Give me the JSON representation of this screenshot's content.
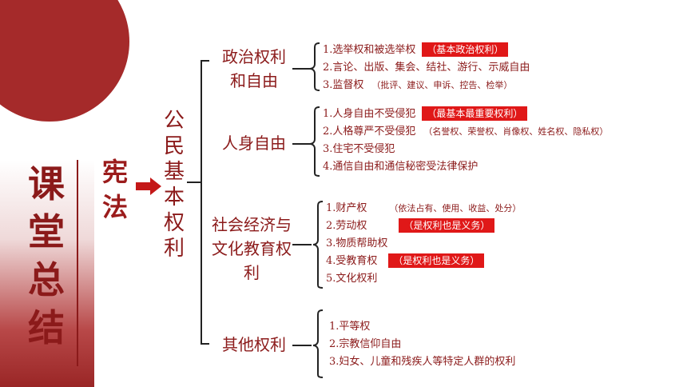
{
  "side": {
    "title_chars": [
      "课",
      "堂",
      "总",
      "结"
    ]
  },
  "constitution": {
    "chars": [
      "宪",
      "法"
    ]
  },
  "rights_title": {
    "chars": [
      "公",
      "民",
      "基",
      "本",
      "权",
      "利"
    ]
  },
  "categories": [
    {
      "label_lines": [
        "政治权利",
        "和自由"
      ],
      "items": [
        {
          "text": "1.选举权和被选举权",
          "highlight": "（基本政治权利）"
        },
        {
          "text": "2.言论、出版、集会、结社、游行、示威自由"
        },
        {
          "text": "3.监督权",
          "note": "（批评、建议、申诉、控告、检举）"
        }
      ]
    },
    {
      "label_lines": [
        "人身自由"
      ],
      "items": [
        {
          "text": "1.人身自由不受侵犯",
          "highlight": "（最基本最重要权利）"
        },
        {
          "text": "2.人格尊严不受侵犯",
          "note": "（名誉权、荣誉权、肖像权、姓名权、隐私权）"
        },
        {
          "text": "3.住宅不受侵犯"
        },
        {
          "text": "4.通信自由和通信秘密受法律保护"
        }
      ]
    },
    {
      "label_lines": [
        "社会经济与",
        "文化教育权",
        "利"
      ],
      "items": [
        {
          "text": "1.财产权",
          "note": "（依法占有、使用、收益、处分）"
        },
        {
          "text": "2.劳动权",
          "highlight": "（是权利也是义务）"
        },
        {
          "text": "3.物质帮助权"
        },
        {
          "text": "4.受教育权",
          "highlight": "（是权利也是义务）"
        },
        {
          "text": "5.文化权利"
        }
      ]
    },
    {
      "label_lines": [
        "其他权利"
      ],
      "items": [
        {
          "text": "1.平等权"
        },
        {
          "text": "2.宗教信仰自由"
        },
        {
          "text": "3.妇女、儿童和残疾人等特定人群的权利"
        }
      ]
    }
  ]
}
